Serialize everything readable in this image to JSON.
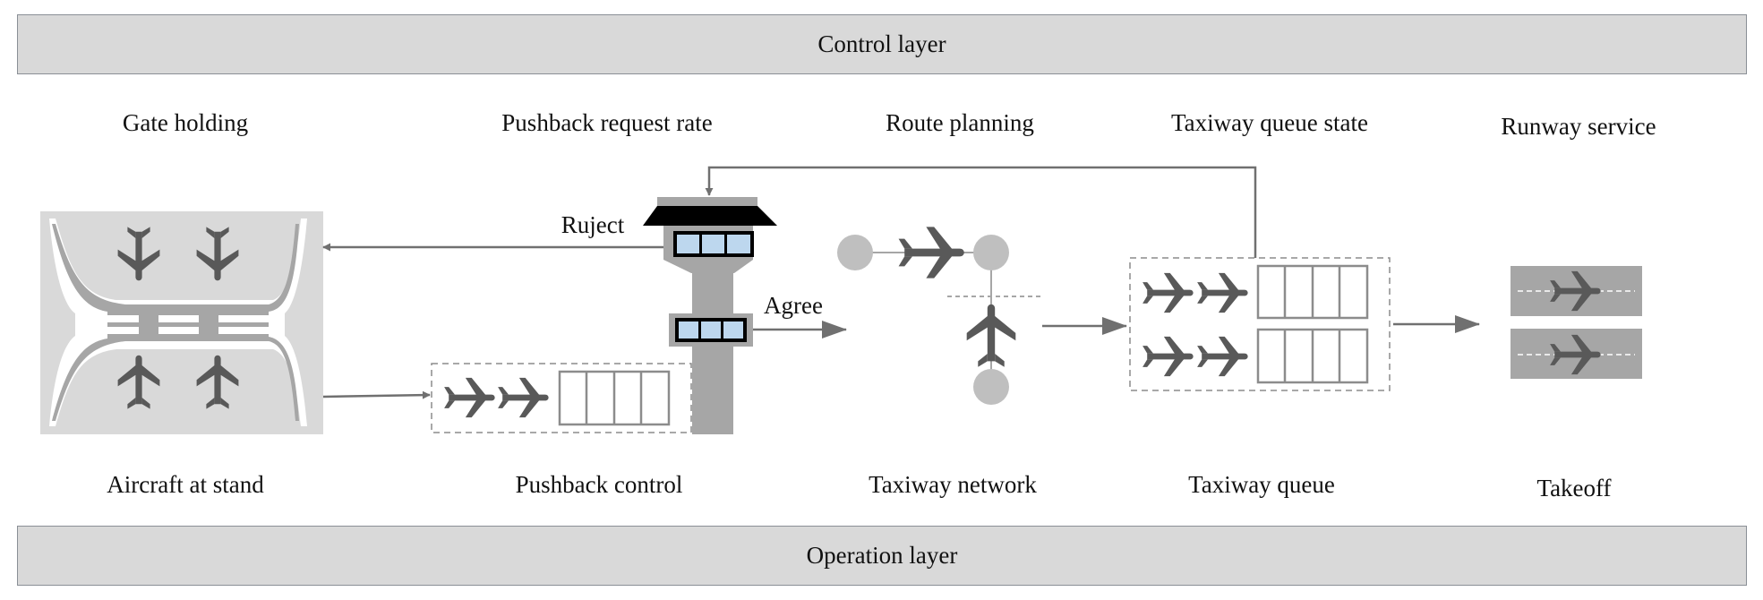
{
  "layers": {
    "control": "Control layer",
    "operation": "Operation layer"
  },
  "control_labels": [
    "Gate holding",
    "Pushback request rate",
    "Route planning",
    "Taxiway queue state",
    "Runway service"
  ],
  "operation_labels": [
    "Aircraft at stand",
    "Pushback control",
    "Taxiway network",
    "Taxiway queue",
    "Takeoff"
  ],
  "arrows": {
    "reject": "Ruject",
    "agree": "Agree"
  },
  "icons": [
    "airport-stand-icon",
    "control-tower-icon",
    "airplane-icon",
    "runway-icon"
  ],
  "colors": {
    "band": "#d9d9d9",
    "band_border": "#8a8f96",
    "arrow": "#707070",
    "plane": "#595959",
    "tower": "#a6a6a6",
    "window": "#bdd7ee"
  }
}
